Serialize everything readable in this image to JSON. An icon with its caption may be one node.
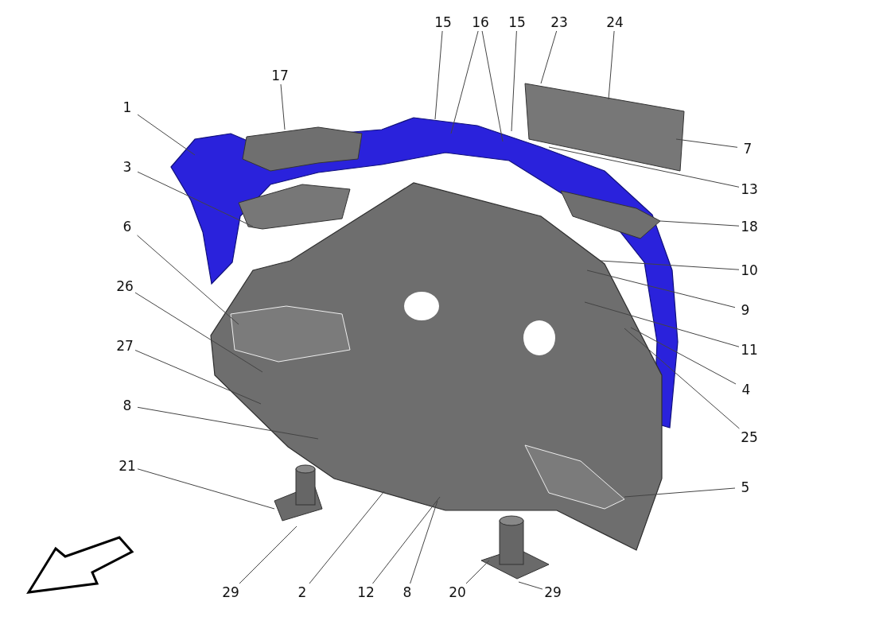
{
  "diagram": {
    "nodes": [
      {
        "text": [
          "15"
        ]
      },
      {
        "text": [
          "16"
        ]
      },
      {
        "text": [
          "15"
        ]
      },
      {
        "text": [
          "23"
        ]
      },
      {
        "text": [
          "24"
        ]
      },
      {
        "text": [
          "17"
        ]
      },
      {
        "text": [
          "1"
        ]
      },
      {
        "text": [
          "7"
        ]
      },
      {
        "text": [
          "3"
        ]
      },
      {
        "text": [
          "13"
        ]
      },
      {
        "text": [
          "18"
        ]
      },
      {
        "text": [
          "6"
        ]
      },
      {
        "text": [
          "10"
        ]
      },
      {
        "text": [
          "26"
        ]
      },
      {
        "text": [
          "9"
        ]
      },
      {
        "text": [
          "11"
        ]
      },
      {
        "text": [
          "27"
        ]
      },
      {
        "text": [
          "4"
        ]
      },
      {
        "text": [
          "8"
        ]
      },
      {
        "text": [
          "25"
        ]
      },
      {
        "text": [
          "21"
        ]
      },
      {
        "text": [
          "5"
        ]
      },
      {
        "text": [
          "29"
        ]
      },
      {
        "text": [
          "2"
        ]
      },
      {
        "text": [
          "12"
        ]
      },
      {
        "text": [
          "8"
        ]
      },
      {
        "text": [
          "20"
        ]
      },
      {
        "text": [
          "29"
        ]
      }
    ],
    "edges": [
      {
        "from": 0,
        "to": null,
        "arrow": "none"
      },
      {
        "from": 1,
        "to": null,
        "arrow": "none"
      },
      {
        "from": 1,
        "to": null,
        "arrow": "none"
      },
      {
        "from": 2,
        "to": null,
        "arrow": "none"
      },
      {
        "from": 3,
        "to": null,
        "arrow": "none"
      },
      {
        "from": 4,
        "to": null,
        "arrow": "none"
      },
      {
        "from": 5,
        "to": null,
        "arrow": "none"
      },
      {
        "from": 6,
        "to": null,
        "arrow": "none"
      },
      {
        "from": 7,
        "to": null,
        "arrow": "none"
      },
      {
        "from": 8,
        "to": null,
        "arrow": "none"
      },
      {
        "from": 9,
        "to": null,
        "arrow": "none"
      },
      {
        "from": 10,
        "to": null,
        "arrow": "none"
      },
      {
        "from": 11,
        "to": null,
        "arrow": "none"
      },
      {
        "from": 12,
        "to": null,
        "arrow": "none"
      },
      {
        "from": 13,
        "to": null,
        "arrow": "none"
      },
      {
        "from": 14,
        "to": null,
        "arrow": "none"
      },
      {
        "from": 15,
        "to": null,
        "arrow": "none"
      },
      {
        "from": 16,
        "to": null,
        "arrow": "none"
      },
      {
        "from": 17,
        "to": null,
        "arrow": "none"
      },
      {
        "from": 18,
        "to": null,
        "arrow": "none"
      },
      {
        "from": 19,
        "to": null,
        "arrow": "none"
      },
      {
        "from": 20,
        "to": null,
        "arrow": "none"
      },
      {
        "from": 21,
        "to": null,
        "arrow": "none"
      },
      {
        "from": 22,
        "to": null,
        "arrow": "none"
      },
      {
        "from": 23,
        "to": null,
        "arrow": "none"
      },
      {
        "from": 24,
        "to": null,
        "arrow": "none"
      },
      {
        "from": 25,
        "to": null,
        "arrow": "none"
      },
      {
        "from": 26,
        "to": null,
        "arrow": "none"
      },
      {
        "from": 27,
        "to": null,
        "arrow": "none"
      }
    ]
  }
}
